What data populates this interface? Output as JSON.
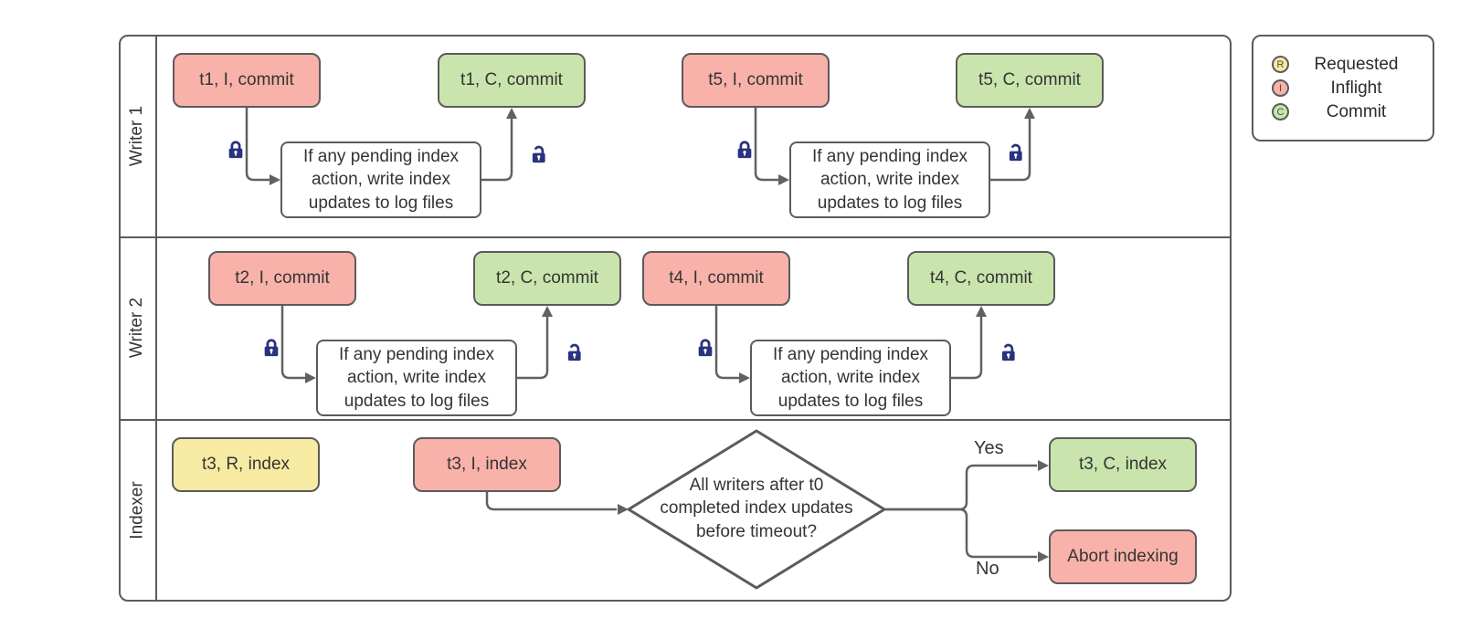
{
  "lanes": [
    {
      "label": "Writer 1"
    },
    {
      "label": "Writer 2"
    },
    {
      "label": "Indexer"
    }
  ],
  "nodes": {
    "t1_i": "t1, I, commit",
    "t1_c": "t1, C, commit",
    "t5_i": "t5, I, commit",
    "t5_c": "t5, C, commit",
    "t2_i": "t2, I, commit",
    "t2_c": "t2, C, commit",
    "t4_i": "t4, I, commit",
    "t4_c": "t4, C, commit",
    "t3_r": "t3, R, index",
    "t3_i": "t3, I, index",
    "t3_c": "t3, C, index",
    "abort": "Abort indexing"
  },
  "process_note": "If any pending index action, write index updates to log files",
  "decision": {
    "question": "All writers after t0 completed index updates before timeout?",
    "yes": "Yes",
    "no": "No"
  },
  "legend": {
    "items": [
      {
        "letter": "R",
        "label": "Requested",
        "color": "#f7eba3"
      },
      {
        "letter": "I",
        "label": "Inflight",
        "color": "#f8b2aa"
      },
      {
        "letter": "C",
        "label": "Commit",
        "color": "#c9e5ad"
      }
    ]
  },
  "colors": {
    "inflight": "#f8b2aa",
    "commit": "#c9e5ad",
    "requested": "#f7eba3",
    "shape_border": "#5b5b5b",
    "connector": "#616161",
    "lock": "#28327e"
  }
}
